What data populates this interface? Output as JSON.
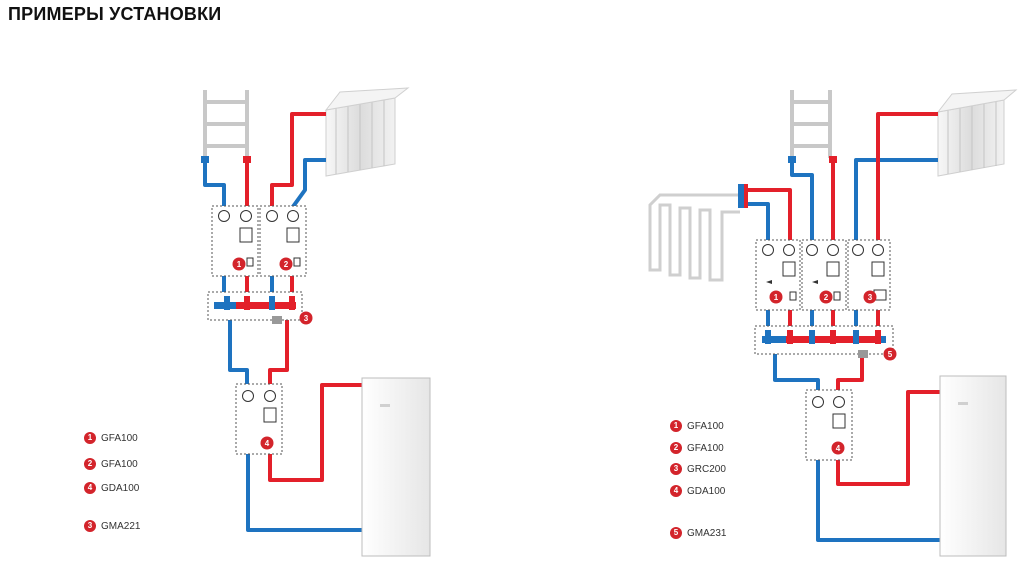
{
  "page": {
    "title": "ПРИМЕРЫ УСТАНОВКИ"
  },
  "colors": {
    "hot": "#e3202a",
    "cold": "#1e73c0",
    "badge": "#d3242b",
    "unit_stroke": "#555555",
    "panel_fill": "#ffffff",
    "radiator": "#e9e9e9"
  },
  "diagrams": [
    {
      "units": [
        {
          "badge": "1",
          "icon": "pump-valve-icon"
        },
        {
          "badge": "2",
          "icon": "pump-valve-icon"
        }
      ],
      "manifold_badge": "3",
      "lower_unit_badge": "4",
      "legend": [
        {
          "badge": "1",
          "model": "GFA100"
        },
        {
          "badge": "2",
          "model": "GFA100"
        },
        {
          "badge": "4",
          "model": "GDA100"
        },
        {
          "badge": "3",
          "model": "GMA221"
        }
      ]
    },
    {
      "units": [
        {
          "badge": "1",
          "icon": "mixing-valve-icon"
        },
        {
          "badge": "2",
          "icon": "mixing-valve-icon"
        },
        {
          "badge": "3",
          "icon": "pump-valve-icon"
        }
      ],
      "manifold_badge": "5",
      "lower_unit_badge": "4",
      "legend": [
        {
          "badge": "1",
          "model": "GFA100"
        },
        {
          "badge": "2",
          "model": "GFA100"
        },
        {
          "badge": "3",
          "model": "GRC200"
        },
        {
          "badge": "4",
          "model": "GDA100"
        },
        {
          "badge": "5",
          "model": "GMA231"
        }
      ]
    }
  ]
}
